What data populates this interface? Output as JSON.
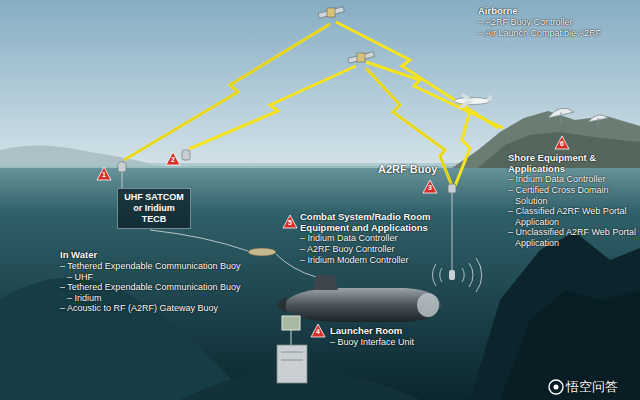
{
  "diagram": {
    "nodes": [
      {
        "text": [
          "UHF SATCOM or Iridium TECB"
        ]
      }
    ],
    "labels": [
      "Airborne",
      "– A2RF Buoy Controller",
      "– Air Launch Compatible A2RF",
      "6",
      "Shore Equipment & Applications",
      "– Iridium Data Controller",
      "– Certified Cross Domain Solution",
      "– Classified A2RF Web Portal Application",
      "– Unclassified A2RF Web Portal Application",
      "1",
      "2",
      "A2RF Buoy",
      "3",
      "5",
      "Combat System/Radio Room Equipment and Applications",
      "– Iridium Data Controller",
      "– A2RF Buoy Controller",
      "– Iridium Modem Controller",
      "In Water",
      "– Tethered Expendable Communication Buoy – UHF",
      "– Tethered Expendable Communication Buoy – Iridium",
      "– Acoustic to RF (A2RF) Gateway Buoy",
      "4",
      "Launcher Room",
      "– Buoy Interface Unit",
      "悟空问答"
    ]
  }
}
